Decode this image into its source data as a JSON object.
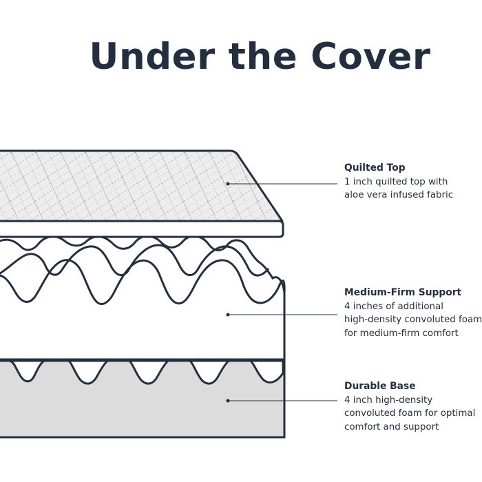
{
  "title": "Under the Cover",
  "layers": [
    {
      "name": "Quilted Top",
      "description": [
        "1 inch quilted top with",
        "aloe vera infused fabric"
      ]
    },
    {
      "name": "Medium-Firm Support",
      "description": [
        "4 inches of additional",
        "high-density convoluted foam",
        "for medium-firm comfort"
      ]
    },
    {
      "name": "Durable Base",
      "description": [
        "4 inch high-density",
        "convoluted foam for optimal",
        "comfort and support"
      ]
    }
  ],
  "colors": {
    "ink": "#232f3e",
    "quilt_fill": "#ededed",
    "base_fill": "#dcdcdc",
    "background": "#ffffff"
  }
}
